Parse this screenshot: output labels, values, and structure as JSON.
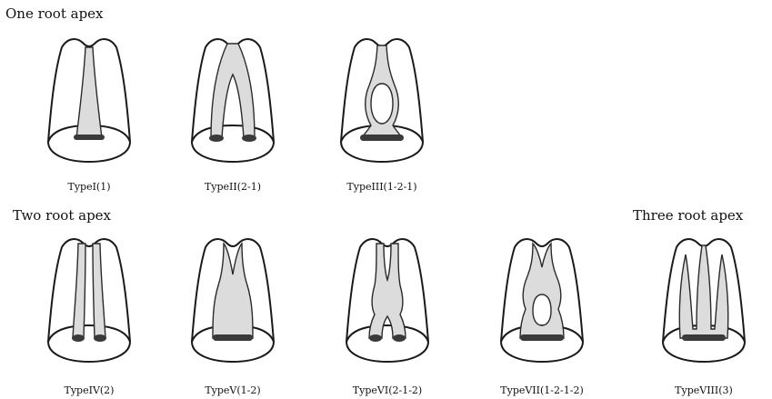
{
  "groups": {
    "one": "One root apex",
    "two": "Two root apex",
    "three": "Three root apex"
  },
  "types": [
    {
      "label": "TypeI(1)",
      "canal": "single"
    },
    {
      "label": "TypeII(2-1)",
      "canal": "2-1"
    },
    {
      "label": "TypeIII(1-2-1)",
      "canal": "1-2-1"
    },
    {
      "label": "TypeIV(2)",
      "canal": "2"
    },
    {
      "label": "TypeV(1-2)",
      "canal": "1-2"
    },
    {
      "label": "TypeVI(2-1-2)",
      "canal": "2-1-2"
    },
    {
      "label": "TypeVII(1-2-1-2)",
      "canal": "1-2-1-2"
    },
    {
      "label": "TypeVIII(3)",
      "canal": "3"
    }
  ]
}
